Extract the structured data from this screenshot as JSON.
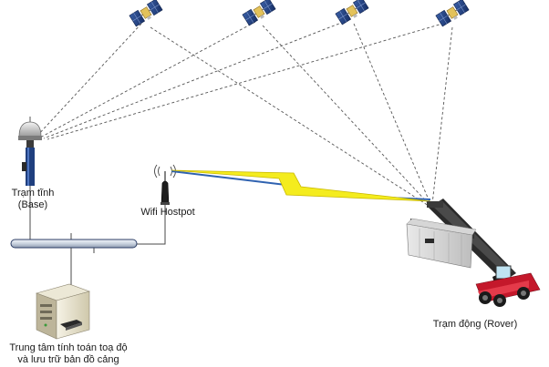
{
  "nodes": {
    "base": {
      "line1": "Trạm tĩnh",
      "line2": "(Base)"
    },
    "hotspot": {
      "label": "Wifi Hostpot"
    },
    "rover": {
      "label": "Trạm động (Rover)"
    },
    "server": {
      "line1": "Trung tâm tính toán toạ độ",
      "line2": "và lưu trữ bản đồ cảng"
    }
  },
  "icons": [
    "satellite-icon",
    "gnss-antenna-icon",
    "wifi-router-icon",
    "server-computer-icon",
    "reach-stacker-crane-icon",
    "lightning-link-icon"
  ],
  "colors": {
    "link_line": "#555555",
    "lightning_fill": "#f4ec1e",
    "lightning_edge": "#c8b800",
    "wifi_beam": "#2f62b0",
    "bus_fill": "#d7dee8",
    "bus_stroke": "#2c3e66",
    "crane_body": "#c4182b"
  }
}
